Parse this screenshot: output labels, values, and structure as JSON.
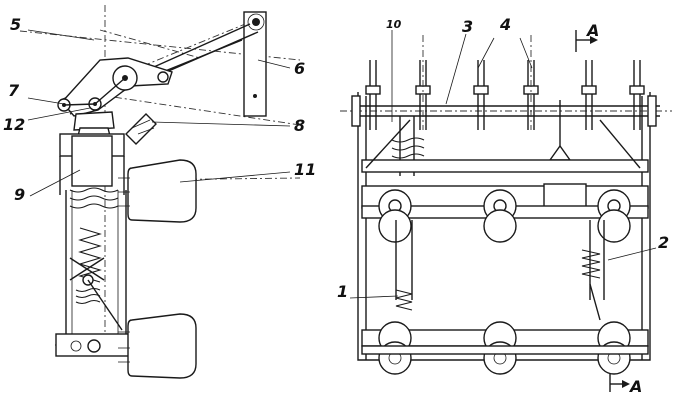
{
  "labels": {
    "l1": "1",
    "l2": "2",
    "l3": "3",
    "l4": "4",
    "l5": "5",
    "l6": "6",
    "l7": "7",
    "l8": "8",
    "l9": "9",
    "l10": "10",
    "l11": "11",
    "l12": "12",
    "sectionTop": "A",
    "sectionBottom": "A"
  }
}
